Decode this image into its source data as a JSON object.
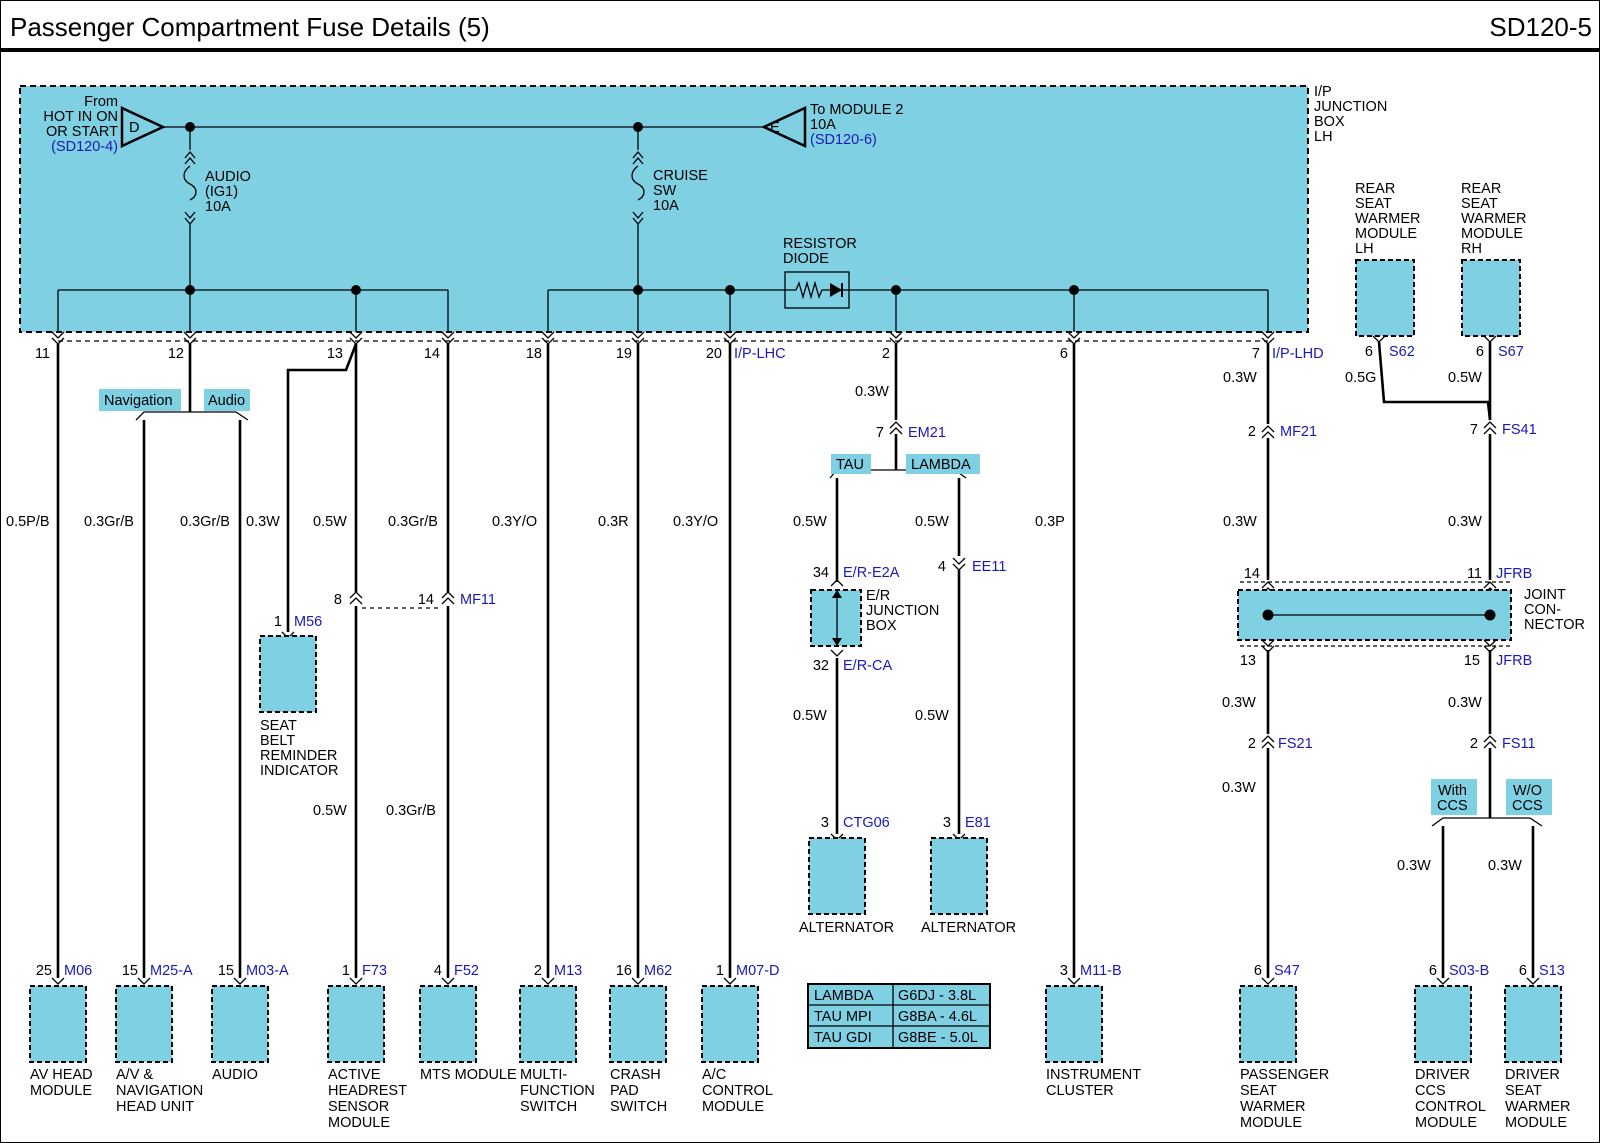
{
  "header": {
    "title": "Passenger Compartment Fuse Details (5)",
    "code": "SD120-5"
  },
  "ipjb": {
    "label": [
      "I/P",
      "JUNCTION",
      "BOX",
      "LH"
    ],
    "from": {
      "lines": [
        "From",
        "HOT IN ON",
        "OR START"
      ],
      "ref": "(SD120-4)",
      "tag": "D"
    },
    "to": {
      "lines": [
        "To MODULE 2",
        "10A"
      ],
      "ref": "(SD120-6)",
      "tag": "E"
    },
    "fuse_audio": [
      "AUDIO",
      "(IG1)",
      "10A"
    ],
    "fuse_cruise": [
      "CRUISE",
      "SW",
      "10A"
    ],
    "resistor_diode": [
      "RESISTOR",
      "DIODE"
    ],
    "pins": [
      "11",
      "12",
      "13",
      "14",
      "18",
      "19",
      "20",
      "2",
      "6",
      "7"
    ],
    "conn_lhc": "I/P-LHC",
    "conn_lhd": "I/P-LHD"
  },
  "branch_labels": {
    "navigation": "Navigation",
    "audio": "Audio",
    "tau": "TAU",
    "lambda": "LAMBDA",
    "with_ccs": [
      "With",
      "CCS"
    ],
    "wo_ccs": [
      "W/O",
      "CCS"
    ]
  },
  "wires": {
    "w11": "0.5P/B",
    "w12a": "0.3Gr/B",
    "w12b": "0.3Gr/B",
    "w13a": "0.3W",
    "w13b": "0.5W",
    "w14a": "0.3Gr/B",
    "w13c": "0.5W",
    "w14c": "0.3Gr/B",
    "w18": "0.3Y/O",
    "w19": "0.3R",
    "w20": "0.3Y/O",
    "w2a": "0.3W",
    "w2b": "0.5W",
    "w2c": "0.5W",
    "w2d": "0.5W",
    "w2e": "0.5W",
    "w6": "0.3P",
    "w7a": "0.3W",
    "w7b": "0.3W",
    "w7c": "0.3W",
    "w7d": "0.3W",
    "s62w": "0.5G",
    "s67w": "0.5W",
    "fs41w": "0.3W",
    "jfrb15w": "0.3W",
    "ccs1": "0.3W",
    "ccs2": "0.3W"
  },
  "connectors": {
    "em21": {
      "pin": "7",
      "name": "EM21"
    },
    "ere2a": {
      "pin": "34",
      "name": "E/R-E2A"
    },
    "erca": {
      "pin": "32",
      "name": "E/R-CA"
    },
    "ee11": {
      "pin": "4",
      "name": "EE11"
    },
    "mf11a": {
      "pin": "8"
    },
    "mf11b": {
      "pin": "14",
      "name": "MF11"
    },
    "mf21": {
      "pin": "2",
      "name": "MF21"
    },
    "fs41": {
      "pin": "7",
      "name": "FS41"
    },
    "jfrb14": {
      "pin": "14"
    },
    "jfrb11": {
      "pin": "11",
      "name": "JFRB"
    },
    "jfrb13": {
      "pin": "13"
    },
    "jfrb15": {
      "pin": "15",
      "name": "JFRB"
    },
    "fs21": {
      "pin": "2",
      "name": "FS21"
    },
    "fs11": {
      "pin": "2",
      "name": "FS11"
    },
    "m56": {
      "pin": "1",
      "name": "M56"
    },
    "s62": {
      "pin": "6",
      "name": "S62"
    },
    "s67": {
      "pin": "6",
      "name": "S67"
    },
    "ctg06": {
      "pin": "3",
      "name": "CTG06"
    },
    "e81": {
      "pin": "3",
      "name": "E81"
    }
  },
  "er_junction_box": [
    "E/R",
    "JUNCTION",
    "BOX"
  ],
  "joint_connector": [
    "JOINT",
    "CON-",
    "NECTOR"
  ],
  "seat_belt": [
    "SEAT",
    "BELT",
    "REMINDER",
    "INDICATOR"
  ],
  "rear_lh": [
    "REAR",
    "SEAT",
    "WARMER",
    "MODULE",
    "LH"
  ],
  "rear_rh": [
    "REAR",
    "SEAT",
    "WARMER",
    "MODULE",
    "RH"
  ],
  "alternator1": "ALTERNATOR",
  "alternator2": "ALTERNATOR",
  "modules": [
    {
      "pin": "25",
      "conn": "M06",
      "name": [
        "AV HEAD",
        "MODULE"
      ]
    },
    {
      "pin": "15",
      "conn": "M25-A",
      "name": [
        "A/V &",
        "NAVIGATION",
        "HEAD UNIT"
      ]
    },
    {
      "pin": "15",
      "conn": "M03-A",
      "name": [
        "AUDIO"
      ]
    },
    {
      "pin": "1",
      "conn": "F73",
      "name": [
        "ACTIVE",
        "HEADREST",
        "SENSOR",
        "MODULE"
      ]
    },
    {
      "pin": "4",
      "conn": "F52",
      "name": [
        "MTS MODULE"
      ]
    },
    {
      "pin": "2",
      "conn": "M13",
      "name": [
        "MULTI-",
        "FUNCTION",
        "SWITCH"
      ]
    },
    {
      "pin": "16",
      "conn": "M62",
      "name": [
        "CRASH",
        "PAD",
        "SWITCH"
      ]
    },
    {
      "pin": "1",
      "conn": "M07-D",
      "name": [
        "A/C",
        "CONTROL",
        "MODULE"
      ]
    },
    {
      "pin": "3",
      "conn": "M11-B",
      "name": [
        "INSTRUMENT",
        "CLUSTER"
      ]
    },
    {
      "pin": "6",
      "conn": "S47",
      "name": [
        "PASSENGER",
        "SEAT",
        "WARMER",
        "MODULE"
      ]
    },
    {
      "pin": "6",
      "conn": "S03-B",
      "name": [
        "DRIVER",
        "CCS",
        "CONTROL",
        "MODULE"
      ]
    },
    {
      "pin": "6",
      "conn": "S13",
      "name": [
        "DRIVER",
        "SEAT",
        "WARMER",
        "MODULE"
      ]
    }
  ],
  "engine_table": [
    {
      "model": "LAMBDA",
      "engine": "G6DJ - 3.8L"
    },
    {
      "model": "TAU MPI",
      "engine": "G8BA - 4.6L"
    },
    {
      "model": "TAU GDI",
      "engine": "G8BE - 5.0L"
    }
  ],
  "colors": {
    "fill": "#7fd0e3",
    "connector_text": "#1a1ab4",
    "line": "#000000"
  }
}
